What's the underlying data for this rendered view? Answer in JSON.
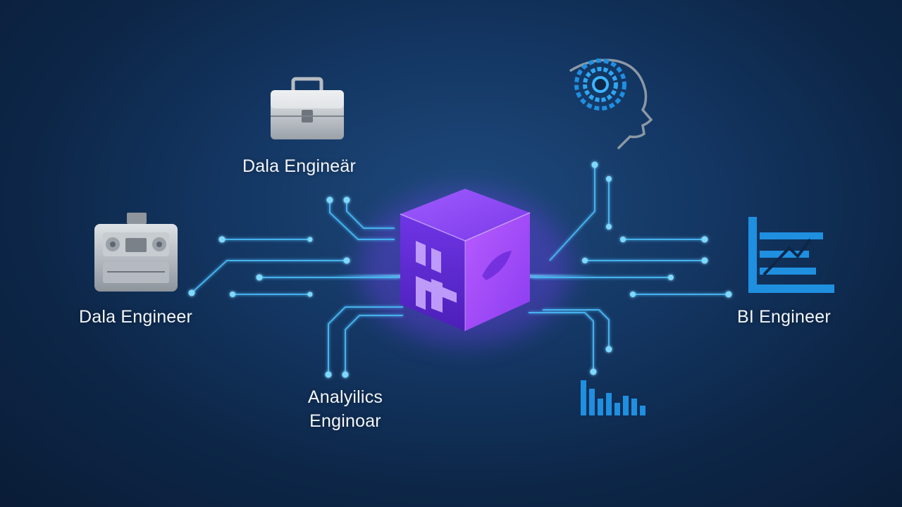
{
  "nodes": {
    "data_engineer_top": {
      "label": "Dala Engineär",
      "icon": "briefcase-icon"
    },
    "data_engineer_left": {
      "label": "Dala Engineer",
      "icon": "server-hardware-icon"
    },
    "analytics_engineer": {
      "label_line1": "Analyilics",
      "label_line2": "Enginoar",
      "icon": "circuit-connector-icon"
    },
    "bi_engineer": {
      "label": "BI Engineer",
      "icon": "bi-chart-icon"
    },
    "ai_head": {
      "icon": "ai-head-icon"
    },
    "bar_chart": {
      "icon": "bar-chart-icon"
    },
    "center": {
      "icon": "central-cube-icon"
    }
  },
  "colors": {
    "accent_glow": "#4cc3ff",
    "cube_purple": "#8a3cf0",
    "cube_side": "#6a2ad8",
    "icon_blue": "#1f8fe0"
  }
}
